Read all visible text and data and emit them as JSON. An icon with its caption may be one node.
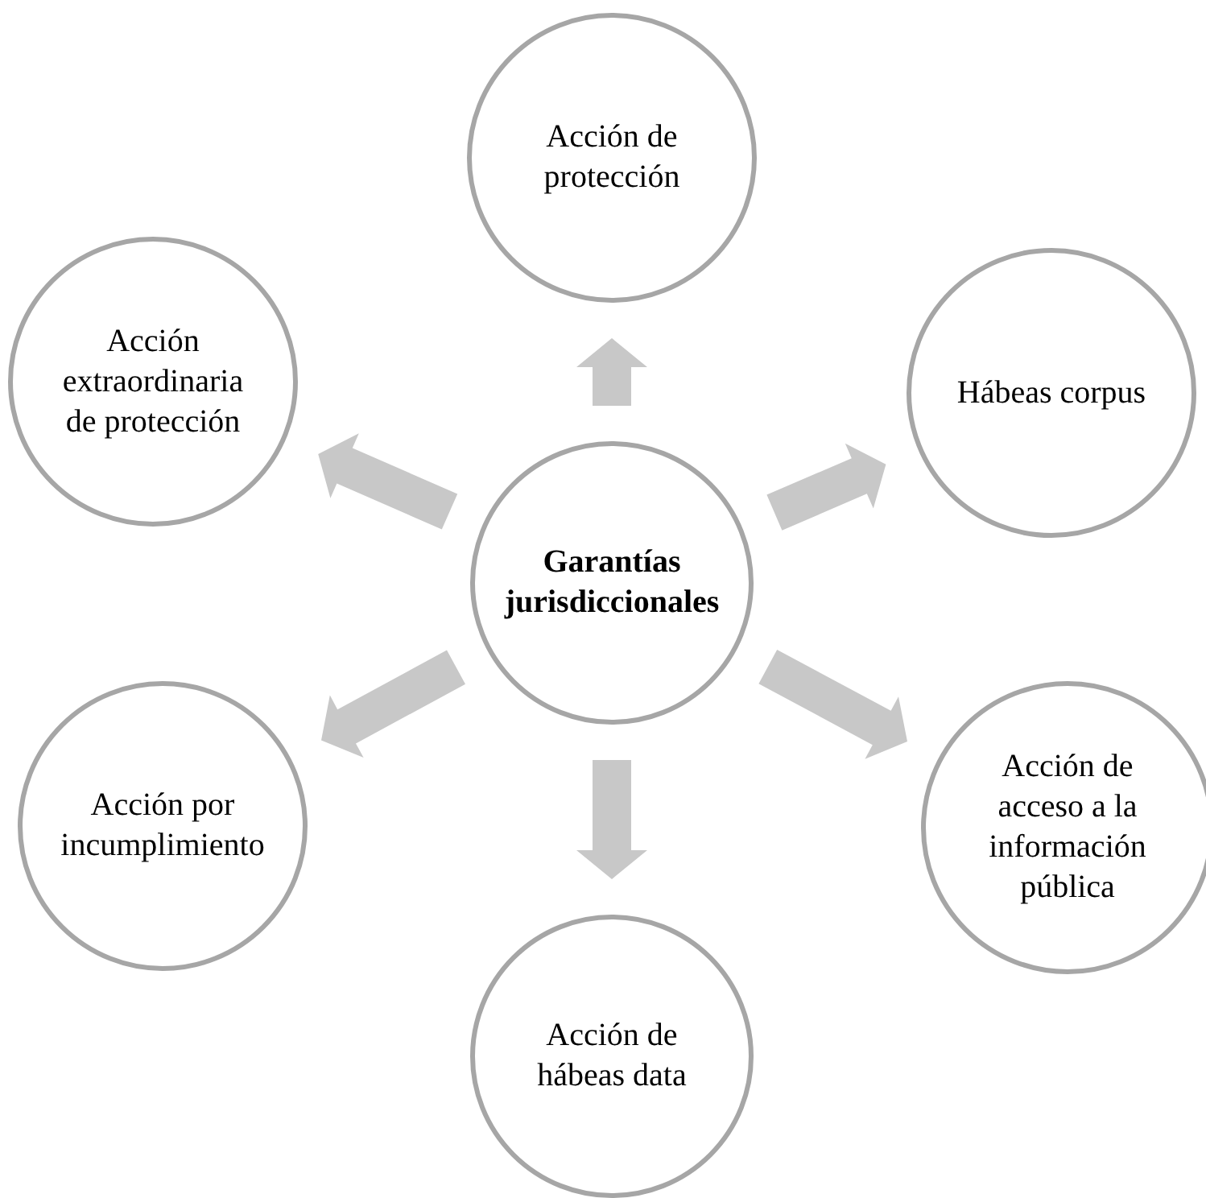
{
  "diagram": {
    "nodes": [
      {
        "text": [
          "Garantías jurisdiccionales"
        ]
      },
      {
        "text": [
          "Acción de protección"
        ]
      },
      {
        "text": [
          "Hábeas corpus"
        ]
      },
      {
        "text": [
          "Acción de acceso a la información pública"
        ]
      },
      {
        "text": [
          "Acción de hábeas data"
        ]
      },
      {
        "text": [
          "Acción por incumplimiento"
        ]
      },
      {
        "text": [
          "Acción extraordinaria de protección"
        ]
      }
    ],
    "edges": [
      {
        "from": 0,
        "to": 1,
        "arrow": "to"
      },
      {
        "from": 0,
        "to": 2,
        "arrow": "to"
      },
      {
        "from": 0,
        "to": 3,
        "arrow": "to"
      },
      {
        "from": 0,
        "to": 4,
        "arrow": "to"
      },
      {
        "from": 0,
        "to": 5,
        "arrow": "to"
      },
      {
        "from": 0,
        "to": 6,
        "arrow": "to"
      }
    ]
  }
}
